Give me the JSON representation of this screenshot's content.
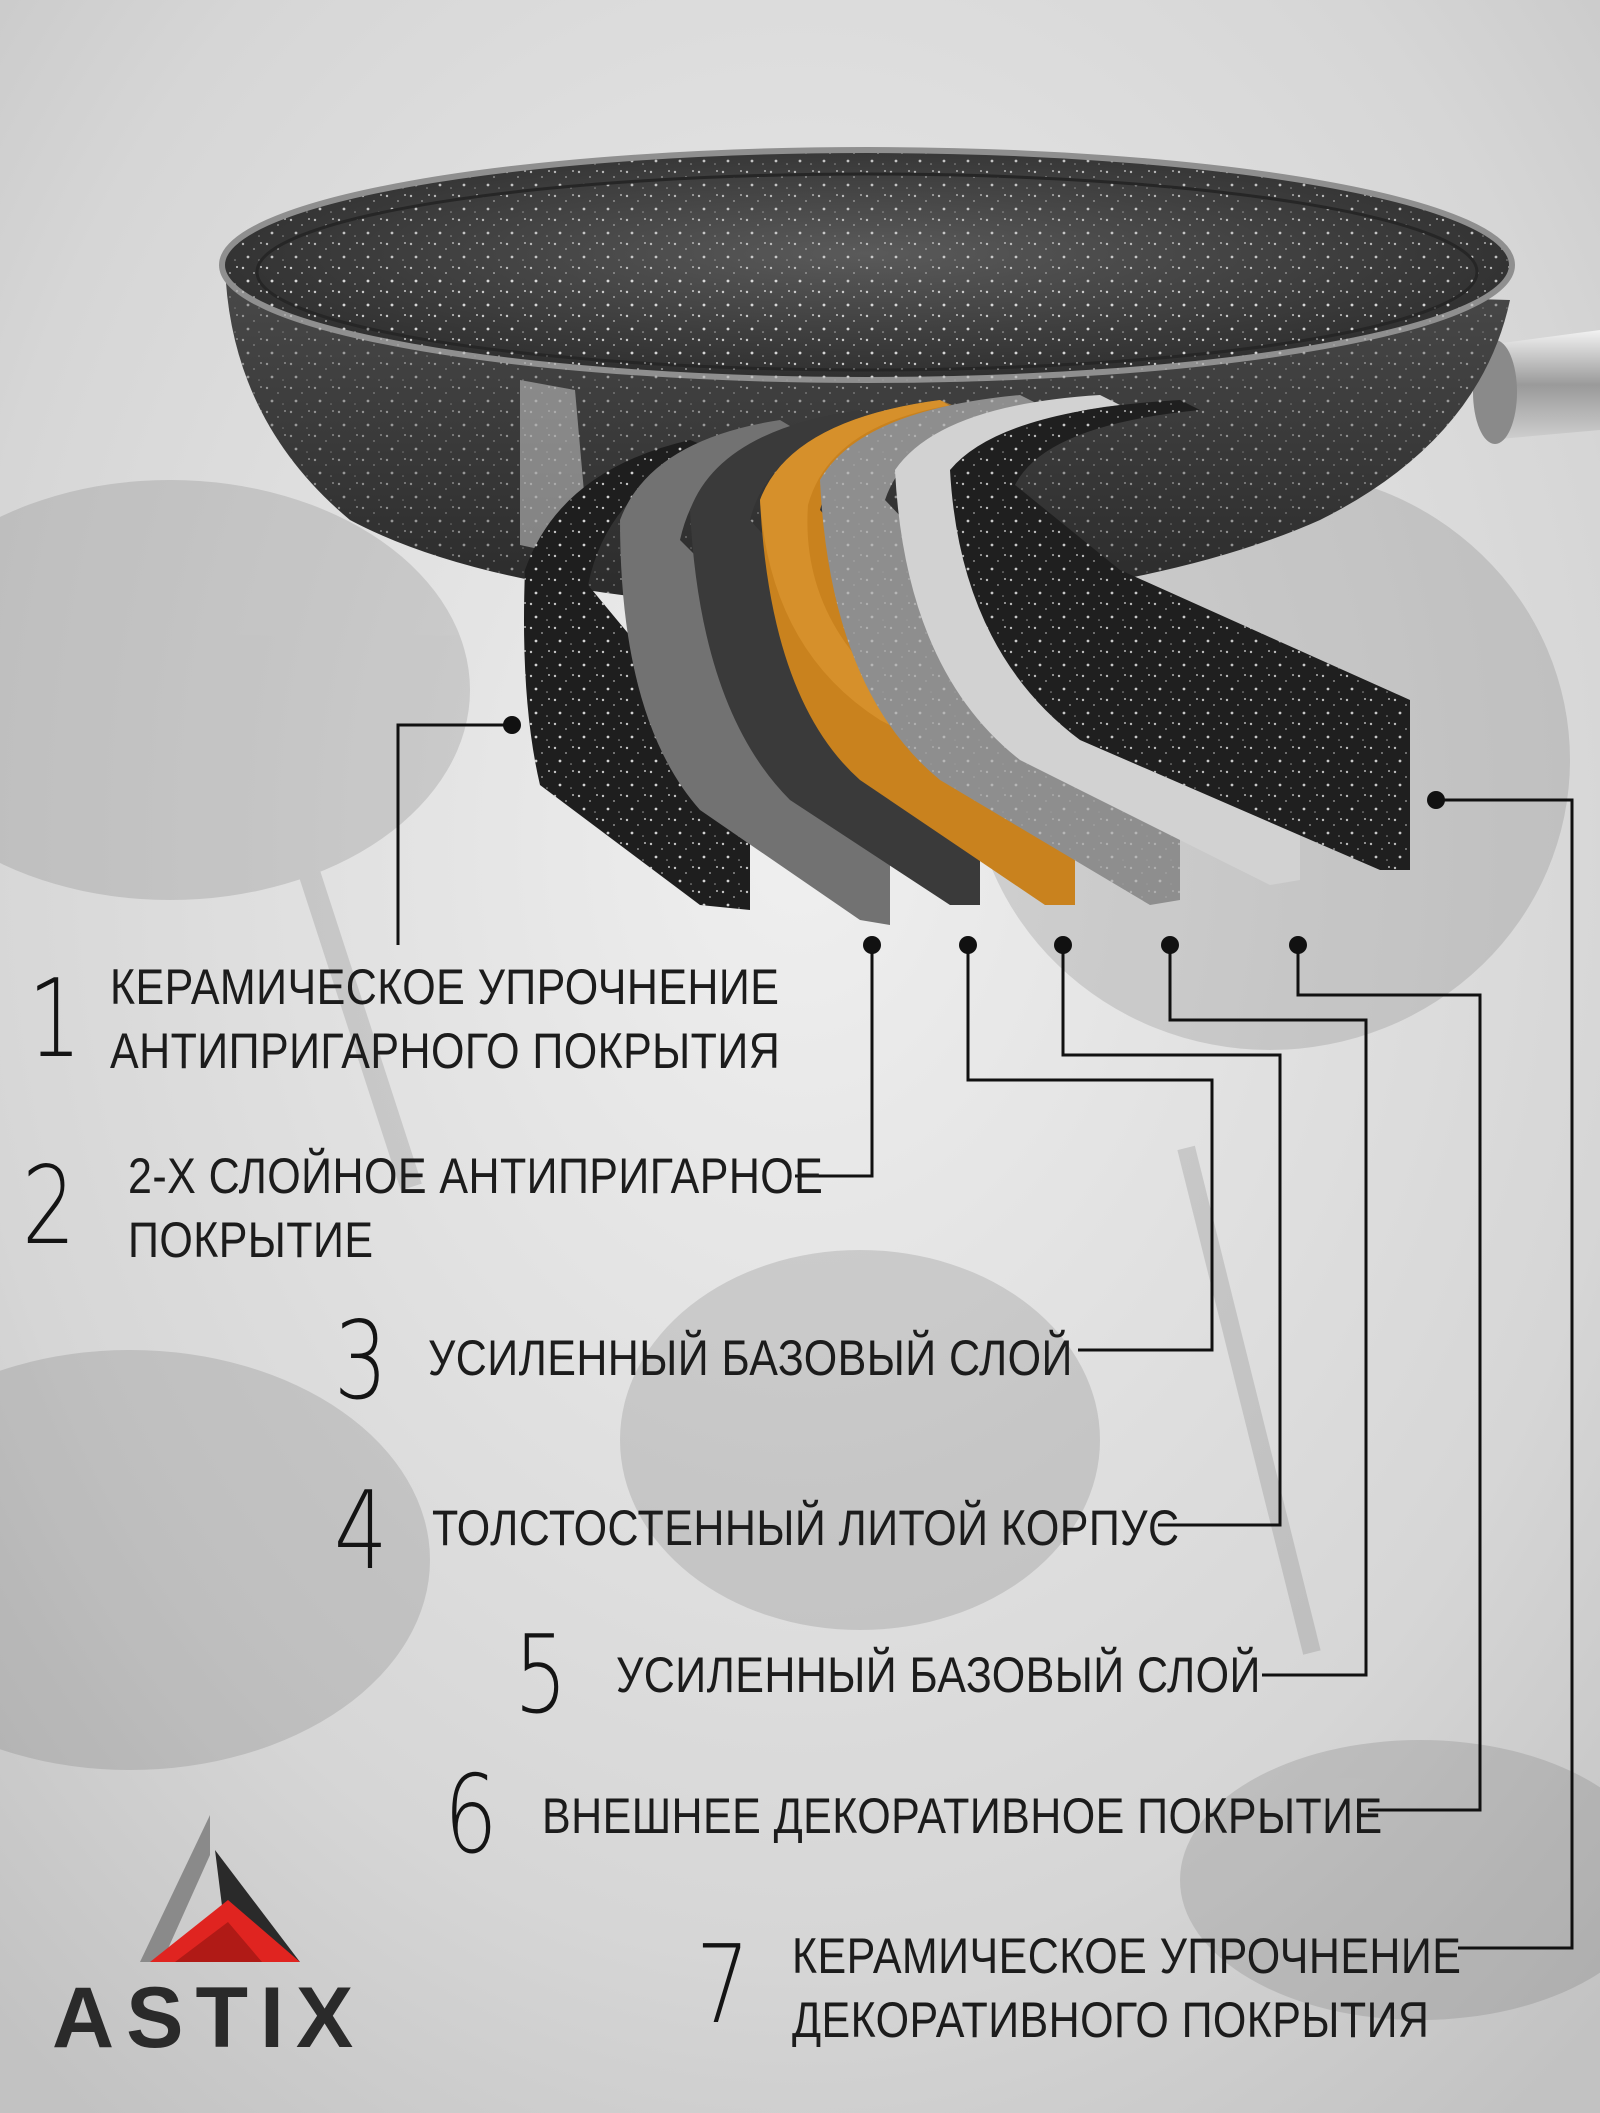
{
  "brand": {
    "name": "ASTIX",
    "colors": {
      "red": "#e02420",
      "dark": "#2a2a2a",
      "grey": "#8a8a8a"
    }
  },
  "layers": [
    {
      "number": "1",
      "lines": [
        "КЕРАМИЧЕСКОЕ УПРОЧНЕНИЕ",
        "АНТИПРИГАРНОГО ПОКРЫТИЯ"
      ]
    },
    {
      "number": "2",
      "lines": [
        "2-Х СЛОЙНОЕ АНТИПРИГАРНОЕ",
        "ПОКРЫТИЕ"
      ]
    },
    {
      "number": "3",
      "lines": [
        "УСИЛЕННЫЙ БАЗОВЫЙ СЛОЙ"
      ]
    },
    {
      "number": "4",
      "lines": [
        "ТОЛСТОСТЕННЫЙ ЛИТОЙ КОРПУС"
      ]
    },
    {
      "number": "5",
      "lines": [
        "УСИЛЕННЫЙ БАЗОВЫЙ СЛОЙ"
      ]
    },
    {
      "number": "6",
      "lines": [
        "ВНЕШНЕЕ ДЕКОРАТИВНОЕ ПОКРЫТИЕ"
      ]
    },
    {
      "number": "7",
      "lines": [
        "КЕРАМИЧЕСКОЕ УПРОЧНЕНИЕ",
        "ДЕКОРАТИВНОГО ПОКРЫТИЯ"
      ]
    }
  ],
  "layer_colors": {
    "speckled_black": "#1e1e1e",
    "mid_grey": "#6e6e6e",
    "dark_grey": "#3a3a3a",
    "orange": "#c9821e",
    "stone_grey": "#8c8c8c",
    "light_grey": "#cfcfcf"
  }
}
